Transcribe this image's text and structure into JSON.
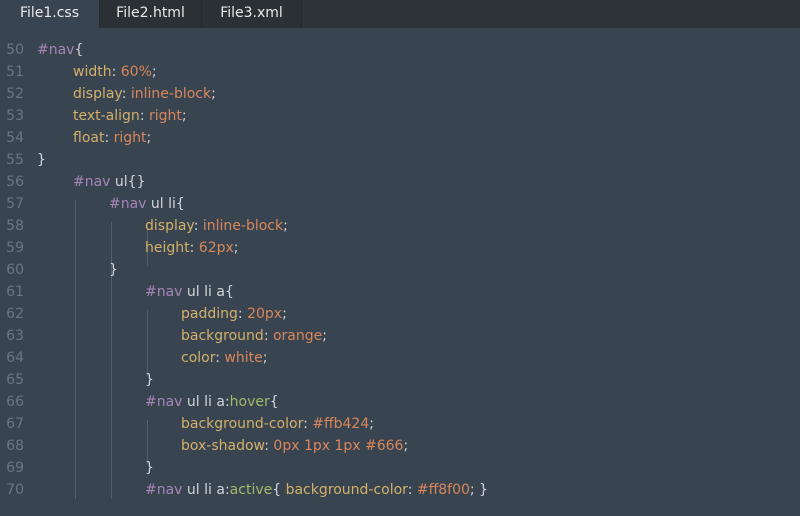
{
  "tabs": [
    {
      "label": "File1.css",
      "active": true
    },
    {
      "label": "File2.html",
      "active": false
    },
    {
      "label": "File3.xml",
      "active": false
    }
  ],
  "colors": {
    "editor_bg": "#394451",
    "tabbar_bg": "#2e3338",
    "selector": "#a685b5",
    "property": "#d4b06a",
    "value": "#d9875a",
    "pseudo": "#a4b86a",
    "line_number": "#6b7680"
  },
  "lines": [
    {
      "n": "50",
      "indent": 0,
      "tokens": [
        [
          "sel",
          "#nav"
        ],
        [
          "plain",
          "{"
        ]
      ]
    },
    {
      "n": "51",
      "indent": 1,
      "tokens": [
        [
          "prop",
          "width"
        ],
        [
          "plain",
          ": "
        ],
        [
          "val",
          "60%"
        ],
        [
          "plain",
          ";"
        ]
      ]
    },
    {
      "n": "52",
      "indent": 1,
      "tokens": [
        [
          "prop",
          "display"
        ],
        [
          "plain",
          ": "
        ],
        [
          "val",
          "inline-block"
        ],
        [
          "plain",
          ";"
        ]
      ]
    },
    {
      "n": "53",
      "indent": 1,
      "tokens": [
        [
          "prop",
          "text-align"
        ],
        [
          "plain",
          ": "
        ],
        [
          "val",
          "right"
        ],
        [
          "plain",
          ";"
        ]
      ]
    },
    {
      "n": "54",
      "indent": 1,
      "tokens": [
        [
          "prop",
          "float"
        ],
        [
          "plain",
          ": "
        ],
        [
          "val",
          "right"
        ],
        [
          "plain",
          ";"
        ]
      ]
    },
    {
      "n": "55",
      "indent": 0,
      "tokens": [
        [
          "plain",
          "}"
        ]
      ]
    },
    {
      "n": "56",
      "indent": 1,
      "tokens": [
        [
          "sel",
          "#nav"
        ],
        [
          "plain",
          " ul{}"
        ]
      ]
    },
    {
      "n": "57",
      "indent": 2,
      "tokens": [
        [
          "sel",
          "#nav"
        ],
        [
          "plain",
          " ul li{"
        ]
      ]
    },
    {
      "n": "58",
      "indent": 3,
      "tokens": [
        [
          "prop",
          "display"
        ],
        [
          "plain",
          ": "
        ],
        [
          "val",
          "inline-block"
        ],
        [
          "plain",
          ";"
        ]
      ]
    },
    {
      "n": "59",
      "indent": 3,
      "tokens": [
        [
          "prop",
          "height"
        ],
        [
          "plain",
          ": "
        ],
        [
          "val",
          "62px"
        ],
        [
          "plain",
          ";"
        ]
      ]
    },
    {
      "n": "60",
      "indent": 2,
      "tokens": [
        [
          "plain",
          "}"
        ]
      ]
    },
    {
      "n": "61",
      "indent": 3,
      "tokens": [
        [
          "sel",
          "#nav"
        ],
        [
          "plain",
          " ul li a{"
        ]
      ]
    },
    {
      "n": "62",
      "indent": 4,
      "tokens": [
        [
          "prop",
          "padding"
        ],
        [
          "plain",
          ": "
        ],
        [
          "val",
          "20px"
        ],
        [
          "plain",
          ";"
        ]
      ]
    },
    {
      "n": "63",
      "indent": 4,
      "tokens": [
        [
          "prop",
          "background"
        ],
        [
          "plain",
          ": "
        ],
        [
          "val",
          "orange"
        ],
        [
          "plain",
          ";"
        ]
      ]
    },
    {
      "n": "64",
      "indent": 4,
      "tokens": [
        [
          "prop",
          "color"
        ],
        [
          "plain",
          ": "
        ],
        [
          "val",
          "white"
        ],
        [
          "plain",
          ";"
        ]
      ]
    },
    {
      "n": "65",
      "indent": 3,
      "tokens": [
        [
          "plain",
          "}"
        ]
      ]
    },
    {
      "n": "66",
      "indent": 3,
      "tokens": [
        [
          "sel",
          "#nav"
        ],
        [
          "plain",
          " ul li a:"
        ],
        [
          "pseudo",
          "hover"
        ],
        [
          "plain",
          "{"
        ]
      ]
    },
    {
      "n": "67",
      "indent": 4,
      "tokens": [
        [
          "prop",
          "background-color"
        ],
        [
          "plain",
          ": "
        ],
        [
          "val",
          "#ffb424"
        ],
        [
          "plain",
          ";"
        ]
      ]
    },
    {
      "n": "68",
      "indent": 4,
      "tokens": [
        [
          "prop",
          "box-shadow"
        ],
        [
          "plain",
          ": "
        ],
        [
          "val",
          "0px 1px 1px #666"
        ],
        [
          "plain",
          ";"
        ]
      ]
    },
    {
      "n": "69",
      "indent": 3,
      "tokens": [
        [
          "plain",
          "}"
        ]
      ]
    },
    {
      "n": "70",
      "indent": 3,
      "tokens": [
        [
          "sel",
          "#nav"
        ],
        [
          "plain",
          " ul li a:"
        ],
        [
          "pseudo",
          "active"
        ],
        [
          "plain",
          "{ "
        ],
        [
          "prop",
          "background-color"
        ],
        [
          "plain",
          ": "
        ],
        [
          "val",
          "#ff8f00"
        ],
        [
          "plain",
          "; }"
        ]
      ]
    }
  ]
}
